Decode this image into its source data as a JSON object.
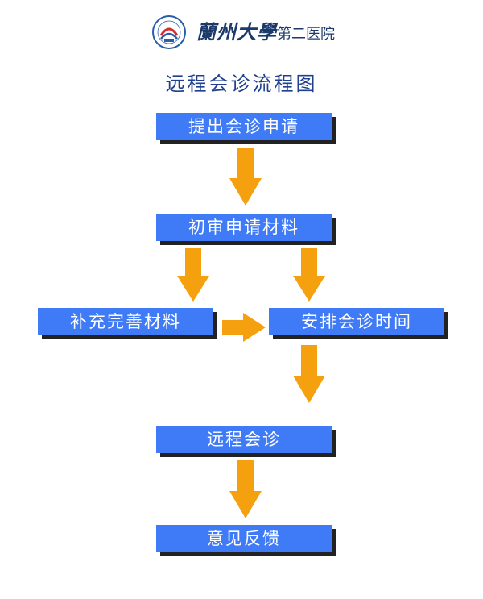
{
  "header": {
    "logo_icon": "hospital-logo-icon",
    "university_name": "蘭州大學",
    "department_name": "第二医院"
  },
  "title": "远程会诊流程图",
  "steps": [
    {
      "id": "submit",
      "label": "提出会诊申请"
    },
    {
      "id": "review",
      "label": "初审申请材料"
    },
    {
      "id": "supplement",
      "label": "补充完善材料"
    },
    {
      "id": "schedule",
      "label": "安排会诊时间"
    },
    {
      "id": "consult",
      "label": "远程会诊"
    },
    {
      "id": "feedback",
      "label": "意见反馈"
    }
  ],
  "colors": {
    "box_fill": "#3f7bf6",
    "box_shadow": "#222222",
    "arrow": "#f5a00f",
    "title": "#1f3f8f"
  }
}
